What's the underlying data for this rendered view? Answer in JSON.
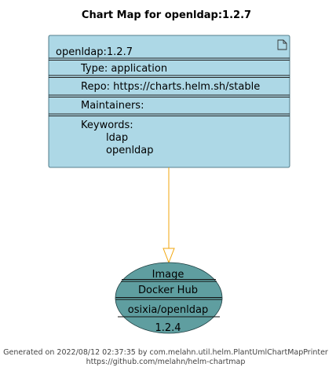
{
  "title": "Chart Map for openldap:1.2.7",
  "chart_box": {
    "name": "openldap:1.2.7",
    "type": "Type: application",
    "repo": "Repo: https://charts.helm.sh/stable",
    "maintainers": "Maintainers:",
    "keywords_label": "Keywords:",
    "keywords": [
      "ldap",
      "openldap"
    ]
  },
  "image_node": {
    "label": "Image",
    "registry": "Docker Hub",
    "repository": "osixia/openldap",
    "tag": "1.2.4"
  },
  "footer": {
    "generated": "Generated on 2022/08/12 02:37:35 by com.melahn.util.helm.PlantUmlChartMapPrinter",
    "url": "https://github.com/melahn/helm-chartmap"
  },
  "colors": {
    "chart_fill": "#ADD8E6",
    "image_fill": "#5F9EA0",
    "connector": "#F2A60C"
  },
  "icons": {
    "chart": "document-icon"
  }
}
